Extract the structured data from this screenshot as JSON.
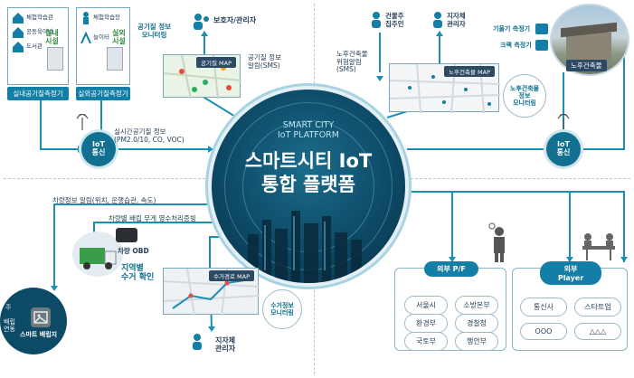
{
  "hub": {
    "title_small_1": "SMART CITY",
    "title_small_2": "IoT PLATFORM",
    "title_big_1": "스마트시티 IoT",
    "title_big_2": "통합 플랫폼"
  },
  "indoor": {
    "facilities": [
      "체험학습관",
      "공동육아방",
      "도서관"
    ],
    "indoor_label_1": "실내",
    "indoor_label_2": "시설",
    "outdoor_facilities": [
      "체험학습장",
      "놀이터"
    ],
    "outdoor_label_1": "실외",
    "outdoor_label_2": "시설",
    "indoor_sensor": "실내공기질측정기",
    "outdoor_sensor": "실외공기질측정기"
  },
  "air_info": {
    "line1": "실시간공기질 정보",
    "line2": "(PM2.0/10, CO, VOC)"
  },
  "left_iot": {
    "line1": "IoT",
    "line2": "통신"
  },
  "right_iot": {
    "line1": "IoT",
    "line2": "통신"
  },
  "top_left": {
    "monitor_1": "공기질 정보",
    "monitor_2": "모니터링",
    "guardian": "보호자/관리자",
    "map_tag": "공기질 MAP",
    "alert_1": "공기질 정보",
    "alert_2": "알림(SMS)"
  },
  "top_right": {
    "owner_1": "건물주",
    "owner_2": "집주인",
    "admin_1": "지자체",
    "admin_2": "관리자",
    "tilt": "기울기 측정기",
    "crack": "크랙 측정기",
    "old_building": "노후건축물",
    "danger_1": "노후건축물",
    "danger_2": "위험알림",
    "danger_3": "(SMS)",
    "map_tag": "노후건축물 MAP",
    "monitor_1": "노후건축물",
    "monitor_2": "정보",
    "monitor_3": "모니터링"
  },
  "bottom_left": {
    "vehicle_info": "차량정보 알림(위치, 운행습관, 속도)",
    "weight_info": "차량별 배립 무게 영수처리증빙",
    "obd": "차량 OBD",
    "region_1": "지역별",
    "region_2": "수거 확인",
    "map_tag": "수거경로 MAP",
    "route_1": "수거정보",
    "route_2": "모니터링",
    "admin_1": "지자체",
    "admin_2": "관리자",
    "partial_1": "배립",
    "partial_2": "연동",
    "partial_3": "스마트 배립지",
    "partial_4": "주"
  },
  "external_pf": {
    "title": "외부 P/F",
    "items": [
      "서울시",
      "소방본부",
      "환경부",
      "경찰청",
      "국토부",
      "행안부"
    ]
  },
  "external_player": {
    "title": "외부 Player",
    "items": [
      "통신사",
      "스타트업",
      "OOO",
      "△△△"
    ]
  },
  "colors": {
    "primary": "#137fa6",
    "dark_navy": "#0d4a66",
    "accent_green": "#2f8a3d",
    "line": "#1a8fb5"
  }
}
